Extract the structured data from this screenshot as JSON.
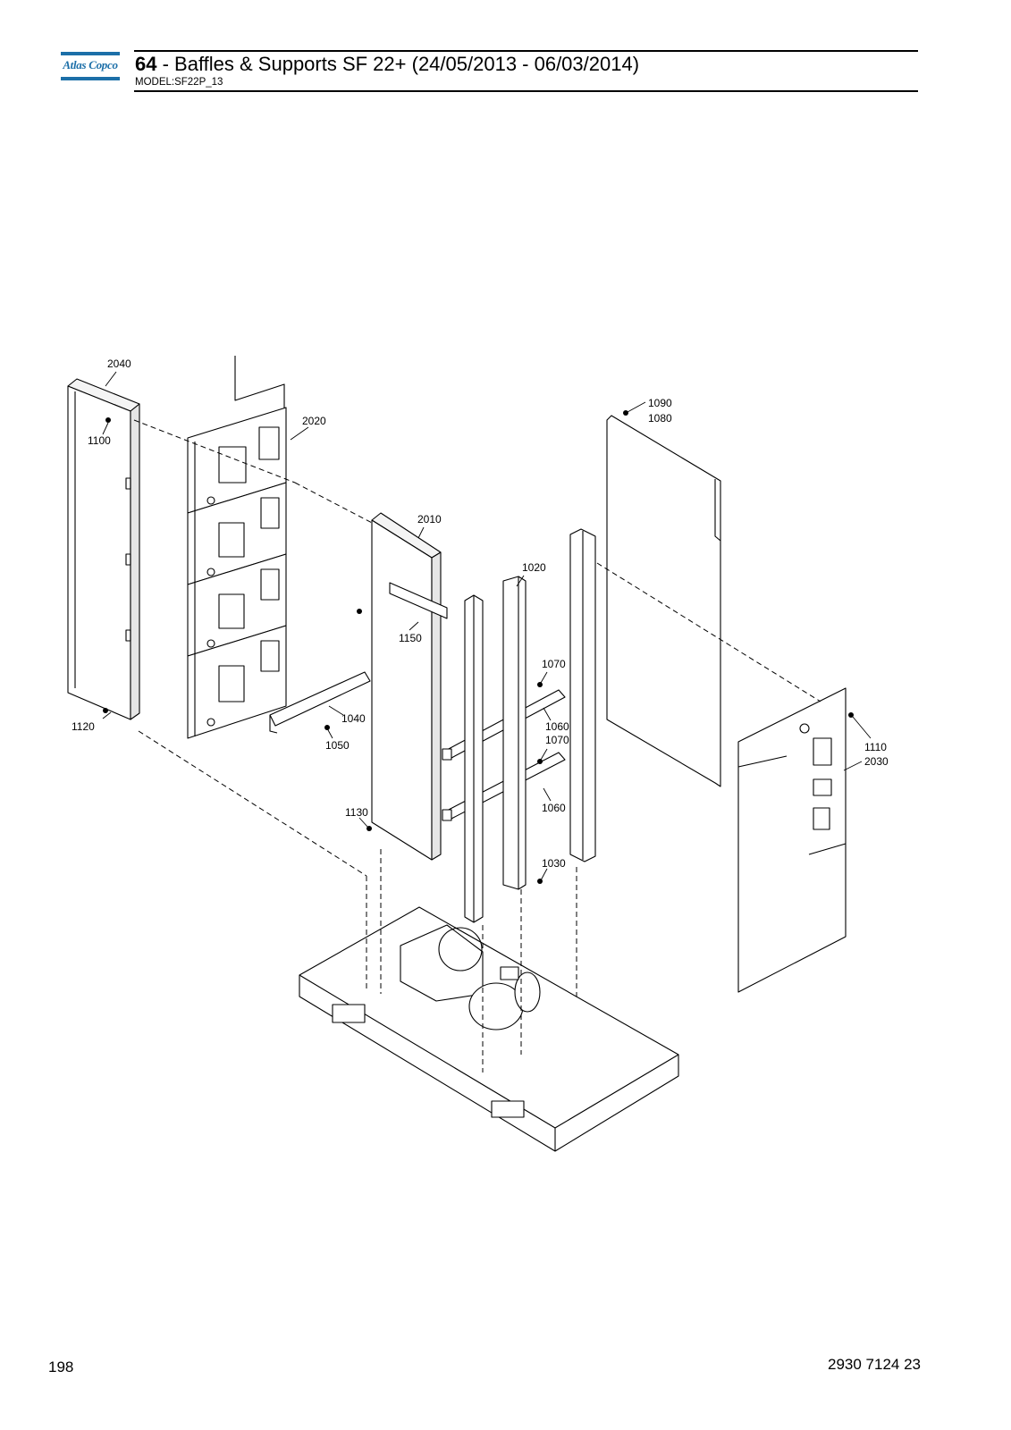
{
  "header": {
    "brand": "Atlas Copco",
    "section_number": "64",
    "title": " - Baffles & Supports SF 22+ (24/05/2013 - 06/03/2014)",
    "model": "MODEL:SF22P_13"
  },
  "diagram": {
    "callouts": {
      "c2040": "2040",
      "c1100": "1100",
      "c2020": "2020",
      "c1120": "1120",
      "c2010": "2010",
      "c1150": "1150",
      "c1040": "1040",
      "c1050": "1050",
      "c1130": "1130",
      "c1020": "1020",
      "c1070a": "1070",
      "c1060a": "1060",
      "c1070b": "1070",
      "c1060b": "1060",
      "c1030": "1030",
      "c1090": "1090",
      "c1080": "1080",
      "c1110": "1110",
      "c2030": "2030"
    }
  },
  "footer": {
    "page_number": "198",
    "document_number": "2930 7124 23"
  },
  "colors": {
    "brand_blue": "#1c6fa8",
    "line": "#000000"
  }
}
